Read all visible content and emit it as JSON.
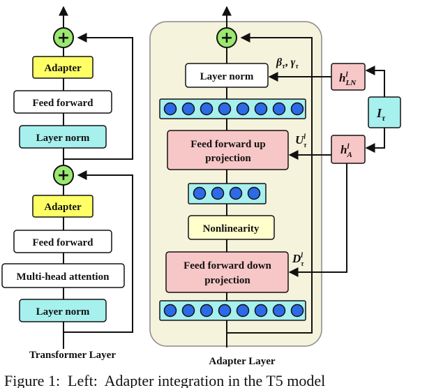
{
  "left": {
    "adapter_top": "Adapter",
    "feed_forward_top": "Feed forward",
    "layer_norm_top": "Layer norm",
    "adapter_bottom": "Adapter",
    "feed_forward_bottom": "Feed forward",
    "attention": "Multi-head attention",
    "layer_norm_bottom": "Layer norm",
    "caption": "Transformer Layer",
    "plus": "+"
  },
  "right": {
    "layer_norm": "Layer norm",
    "ff_up_line1": "Feed forward up",
    "ff_up_line2": "projection",
    "nonlinearity": "Nonlinearity",
    "ff_down_line1": "Feed forward down",
    "ff_down_line2": "projection",
    "caption": "Adapter Layer",
    "plus": "+"
  },
  "hyper": {
    "h_ln_base": "h",
    "h_ln_sup": "l",
    "h_ln_sub": "LN",
    "i_tau_base": "I",
    "i_tau_sub": "τ",
    "h_a_base": "h",
    "h_a_sup": "l",
    "h_a_sub": "A",
    "beta_gamma": "β",
    "beta_sub": "τ",
    "comma": ", ",
    "gamma": "γ",
    "gamma_sub": "τ",
    "u_base": "U",
    "u_sup": "l",
    "u_sub": "τ",
    "d_base": "D",
    "d_sup": "l",
    "d_sub": "τ"
  },
  "caption": {
    "text": "Figure 1:  Left:  Adapter integration in the T5 model"
  },
  "colors": {
    "adapter_yellow": "#ffff66",
    "pink": "#f7c6c6",
    "cyan": "#a6f0ee",
    "plus_green": "#9be870",
    "panel_bg": "#f5f3dc",
    "neuron_blue": "#2d6ae6"
  }
}
